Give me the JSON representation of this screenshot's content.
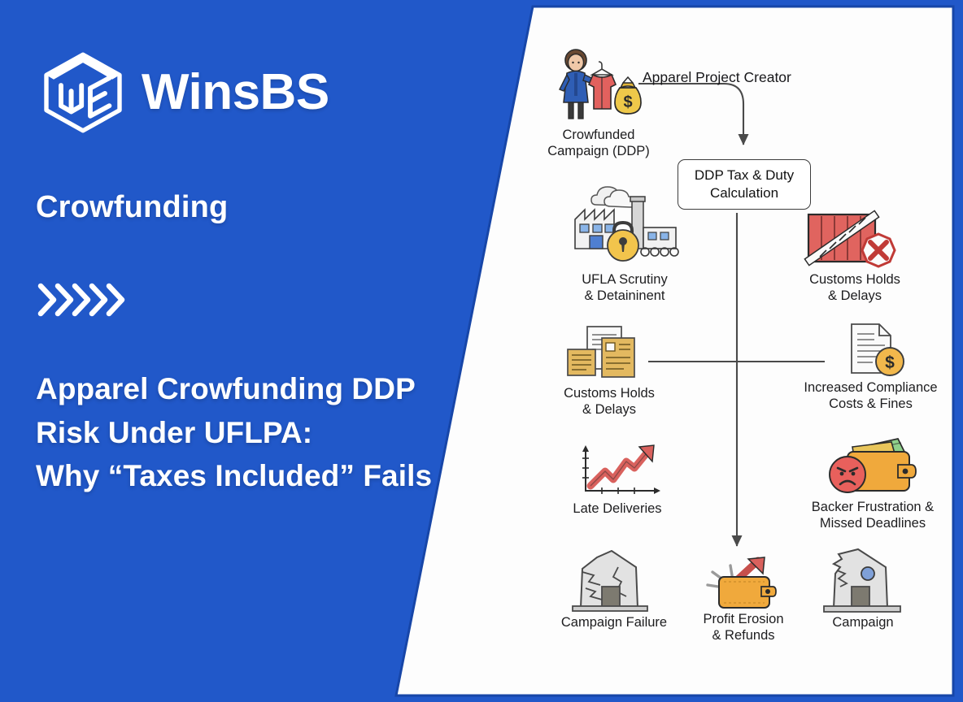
{
  "theme": {
    "brand_blue": "#2158c9",
    "panel_white": "#fdfdfd",
    "line_gray": "#4a4a4a",
    "text_dark": "#1d1d1f",
    "accent_red": "#d9534f",
    "accent_gold": "#e8b33c",
    "accent_orange": "#f0a93c"
  },
  "brand": {
    "name": "WinsBS",
    "logo_icon": "cube-box-logo"
  },
  "left": {
    "kicker": "Crowfunding",
    "chevrons_icon": "chevrons-right-icon",
    "chevron_count": 5,
    "headline_lines": [
      "Apparel Crowfunding DDP",
      "Risk Under UFLPA:",
      "Why “Taxes Included” Fails"
    ]
  },
  "diagram": {
    "free_labels": [
      {
        "text": "Apparel Project Creator",
        "name": "apparel-project-creator-label"
      }
    ],
    "process_boxes": [
      {
        "text": "DDP Tax & Duty\nCalculation",
        "name": "ddp-tax-duty-calculation-box"
      }
    ],
    "nodes": [
      {
        "label": "Crowfunded\nCampaign (DDP)",
        "icon": "woman-with-apparel-and-money-bag-icon",
        "name": "node-crowfunded-campaign"
      },
      {
        "label": "UFLA Scrutiny\n& Detaininent",
        "icon": "factory-with-padlock-icon",
        "name": "node-ufla-scrutiny"
      },
      {
        "label": "Customs Holds\n& Delays",
        "icon": "red-container-stop-sign-icon",
        "name": "node-customs-holds-top"
      },
      {
        "label": "Customs Holds\n& Delays",
        "icon": "stacked-documents-icon",
        "name": "node-customs-holds-mid"
      },
      {
        "label": "Increased Compliance\nCosts & Fines",
        "icon": "document-with-dollar-coin-icon",
        "name": "node-increased-compliance-costs"
      },
      {
        "label": "Late Deliveries",
        "icon": "rising-chart-arrow-icon",
        "name": "node-late-deliveries"
      },
      {
        "label": "Backer Frustration &\nMissed Deadlines",
        "icon": "wallet-with-angry-face-icon",
        "name": "node-backer-frustration"
      },
      {
        "label": "Campaign Failure",
        "icon": "cracked-building-icon",
        "name": "node-campaign-failure"
      },
      {
        "label": "Profit Erosion\n& Refunds",
        "icon": "wallet-with-escaping-arrow-icon",
        "name": "node-profit-erosion"
      },
      {
        "label": "Campaign",
        "icon": "damaged-building-icon",
        "name": "node-campaign"
      }
    ]
  }
}
